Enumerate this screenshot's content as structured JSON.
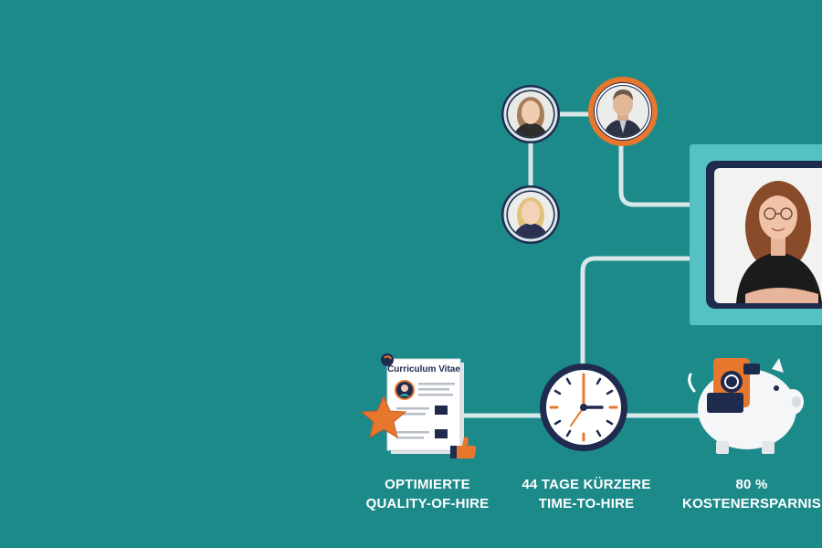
{
  "colors": {
    "background": "#1d8a8a",
    "connector": "#d8e7e8",
    "navy": "#1f2a4f",
    "orange": "#e8772e",
    "panel": "#56c1c3"
  },
  "document": {
    "title": "Curriculum Vitae"
  },
  "features": [
    {
      "line1": "OPTIMIERTE",
      "line2": "QUALITY-OF-HIRE"
    },
    {
      "line1": "44 TAGE KÜRZERE",
      "line2": "TIME-TO-HIRE"
    },
    {
      "line1": "80 %",
      "line2": "KOSTENERSPARNIS"
    }
  ],
  "icons": [
    "candidate-avatar",
    "clock-icon",
    "piggy-bank-icon",
    "cv-document-icon",
    "star-icon",
    "thumbs-up-icon"
  ]
}
